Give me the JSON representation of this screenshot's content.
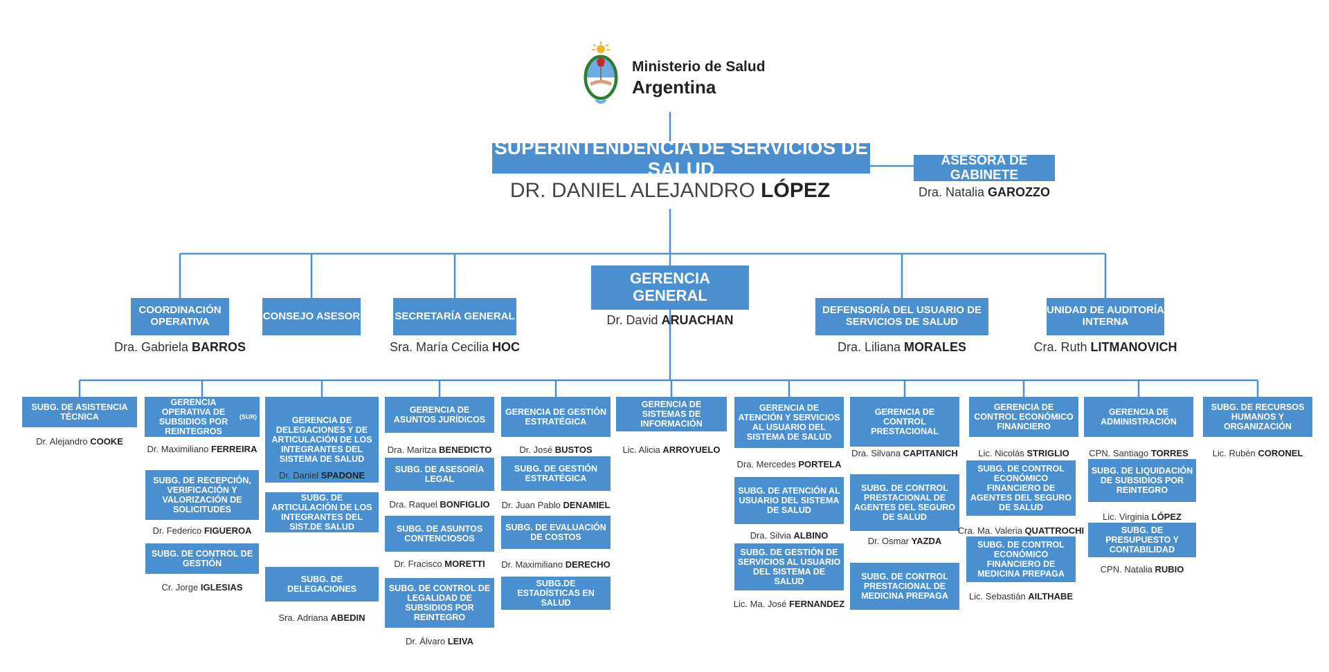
{
  "header": {
    "org_line1": "Ministerio de Salud",
    "org_line2": "Argentina"
  },
  "superintendencia": {
    "title": "SUPERINTENDENCIA DE SERVICIOS DE SALUD",
    "name_prefix": "DR. DANIEL ALEJANDRO",
    "name_surname": "LÓPEZ"
  },
  "asesora": {
    "title": "ASESORA DE GABINETE",
    "name_prefix": "Dra. Natalia",
    "name_surname": "GAROZZO"
  },
  "gerencia_general": {
    "title": "GERENCIA GENERAL",
    "name_prefix": "Dr. David",
    "name_surname": "ARUACHAN"
  },
  "level1": [
    {
      "title": "COORDINACIÓN OPERATIVA",
      "name_prefix": "Dra. Gabriela",
      "name_surname": "BARROS"
    },
    {
      "title": "CONSEJO ASESOR",
      "name_prefix": "",
      "name_surname": ""
    },
    {
      "title": "SECRETARÍA GENERAL",
      "name_prefix": "Sra. María Cecilia",
      "name_surname": "HOC"
    },
    {
      "title": "DEFENSORÍA DEL USUARIO DE SERVICIOS DE SALUD",
      "name_prefix": "Dra. Liliana",
      "name_surname": "MORALES"
    },
    {
      "title": "UNIDAD DE AUDITORÍA INTERNA",
      "name_prefix": "Cra. Ruth",
      "name_surname": "LITMANOVICH"
    }
  ],
  "level3": [
    {
      "title": "SUBG. DE ASISTENCIA TÉCNICA",
      "name_prefix": "Dr. Alejandro",
      "name_surname": "COOKE"
    },
    {
      "title": "GERENCIA OPERATIVA DE SUBSIDIOS POR REINTEGROS",
      "title_suffix": "(SUR)",
      "name_prefix": "Dr. Maximiliano",
      "name_surname": "FERREIRA"
    },
    {
      "title": "SUBG. DE RECEPCIÓN, VERIFICACIÓN Y VALORIZACIÓN DE SOLICITUDES",
      "name_prefix": "Dr. Federico",
      "name_surname": "FIGUEROA"
    },
    {
      "title": "SUBG. DE CONTROL DE GESTIÓN",
      "name_prefix": "Cr. Jorge",
      "name_surname": "IGLESIAS"
    },
    {
      "title": "GERENCIA DE DELEGACIONES Y DE ARTICULACIÓN DE LOS INTEGRANTES DEL SISTEMA DE SALUD",
      "name_prefix": "Dr. Daniel",
      "name_surname": "SPADONE"
    },
    {
      "title": "SUBG. DE ARTICULACIÓN DE LOS INTEGRANTES DEL SIST.DE SALUD",
      "name_prefix": "",
      "name_surname": ""
    },
    {
      "title": "SUBG. DE DELEGACIONES",
      "name_prefix": "Sra. Adriana",
      "name_surname": "ABEDIN"
    },
    {
      "title": "GERENCIA DE ASUNTOS JURÍDICOS",
      "name_prefix": "Dra. Maritza",
      "name_surname": "BENEDICTO"
    },
    {
      "title": "SUBG. DE ASESORÍA LEGAL",
      "name_prefix": "Dra. Raquel",
      "name_surname": "BONFIGLIO"
    },
    {
      "title": "SUBG. DE ASUNTOS CONTENCIOSOS",
      "name_prefix": "Dr. Fracisco",
      "name_surname": "MORETTI"
    },
    {
      "title": "SUBG. DE CONTROL DE LEGALIDAD DE SUBSIDIOS POR REINTEGRO",
      "name_prefix": "Dr. Álvaro",
      "name_surname": "LEIVA"
    },
    {
      "title": "GERENCIA DE GESTIÓN ESTRATÉGICA",
      "name_prefix": "Dr. José",
      "name_surname": "BUSTOS"
    },
    {
      "title": "SUBG. DE GESTIÓN ESTRATÉGICA",
      "name_prefix": "Dr. Juan Pablo",
      "name_surname": "DENAMIEL"
    },
    {
      "title": "SUBG. DE EVALUACIÓN DE COSTOS",
      "name_prefix": "Dr. Maximiliano",
      "name_surname": "DERECHO"
    },
    {
      "title": "SUBG.DE ESTADÍSTICAS EN SALUD",
      "name_prefix": "",
      "name_surname": ""
    },
    {
      "title": "GERENCIA DE SISTEMAS DE INFORMACIÓN",
      "name_prefix": "Lic. Alicia",
      "name_surname": "ARROYUELO"
    },
    {
      "title": "GERENCIA DE ATENCIÓN Y SERVICIOS AL USUARIO DEL SISTEMA DE SALUD",
      "name_prefix": "Dra. Mercedes",
      "name_surname": "PORTELA"
    },
    {
      "title": "SUBG. DE ATENCIÓN AL USUARIO DEL SISTEMA DE SALUD",
      "name_prefix": "Dra. Silvia",
      "name_surname": "ALBINO"
    },
    {
      "title": "SUBG. DE GESTIÓN DE SERVICIOS AL USUARIO DEL SISTEMA DE SALUD",
      "name_prefix": "Lic. Ma. José",
      "name_surname": "FERNANDEZ"
    },
    {
      "title": "GERENCIA DE CONTROL PRESTACIONAL",
      "name_prefix": "Dra. Silvana",
      "name_surname": "CAPITANICH"
    },
    {
      "title": "SUBG. DE CONTROL PRESTACIONAL DE AGENTES DEL SEGURO DE SALUD",
      "name_prefix": "Dr. Osmar",
      "name_surname": "YAZDA"
    },
    {
      "title": "SUBG. DE CONTROL PRESTACIONAL DE MEDICINA PREPAGA",
      "name_prefix": "",
      "name_surname": ""
    },
    {
      "title": "GERENCIA DE CONTROL ECONÓMICO FINANCIERO",
      "name_prefix": "Lic. Nicolás",
      "name_surname": "STRIGLIO"
    },
    {
      "title": "SUBG. DE CONTROL ECONÓMICO FINANCIERO DE AGENTES DEL SEGURO DE SALUD",
      "name_prefix": "Cra. Ma. Valeria",
      "name_surname": "QUATTROCHI"
    },
    {
      "title": "SUBG. DE CONTROL ECONÓMICO FINANCIERO DE MEDICINA PREPAGA",
      "name_prefix": "Lic. Sebastián",
      "name_surname": "AILTHABE"
    },
    {
      "title": "GERENCIA DE ADMINISTRACIÓN",
      "name_prefix": "CPN. Santiago",
      "name_surname": "TORRES"
    },
    {
      "title": "SUBG. DE LIQUIDACIÓN DE SUBSIDIOS POR REINTEGRO",
      "name_prefix": "Lic. Virginia",
      "name_surname": "LÓPEZ"
    },
    {
      "title": "SUBG. DE PRESUPUESTO Y CONTABILIDAD",
      "name_prefix": "CPN. Natalia",
      "name_surname": "RUBIO"
    },
    {
      "title": "SUBG. DE RECURSOS HUMANOS Y ORGANIZACIÓN",
      "name_prefix": "Lic. Rubén",
      "name_surname": "CORONEL"
    }
  ],
  "colors": {
    "box_fill": "#4a8fd0",
    "line": "#4a8fd0",
    "box_text": "#ffffff",
    "name_text": "#333333"
  }
}
